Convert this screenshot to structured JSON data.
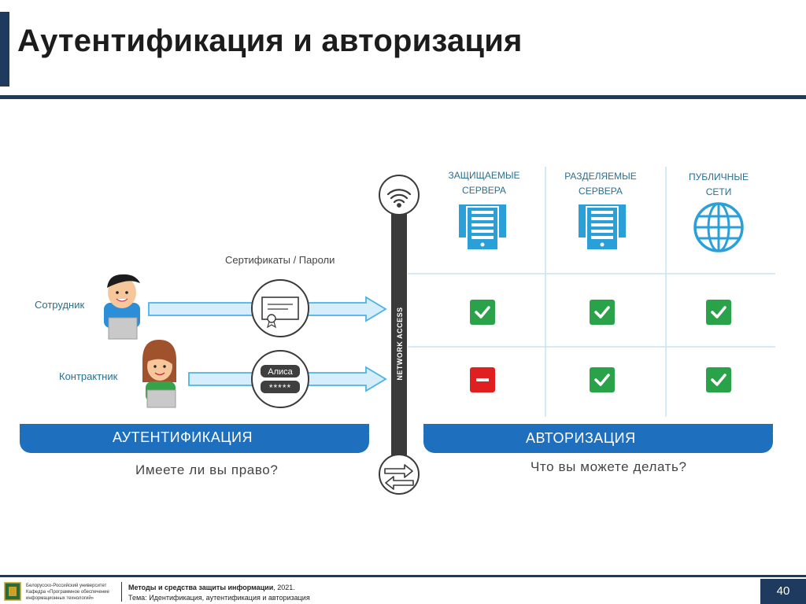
{
  "slide": {
    "title": "Аутентификация и авторизация",
    "page_number": "40"
  },
  "diagram": {
    "roles": [
      "Сотрудник",
      "Контрактник"
    ],
    "credentials_caption": "Сертификаты / Пароли",
    "login_name": "Алиса",
    "login_password": "*****",
    "network_label": "NETWORK ACCESS",
    "columns": [
      {
        "line1": "ЗАЩИЩАЕМЫЕ",
        "line2": "СЕРВЕРА",
        "icon": "server-icon"
      },
      {
        "line1": "РАЗДЕЛЯЕМЫЕ",
        "line2": "СЕРВЕРА",
        "icon": "server-icon"
      },
      {
        "line1": "ПУБЛИЧНЫЕ",
        "line2": "СЕТИ",
        "icon": "globe-icon"
      }
    ],
    "access_matrix": [
      [
        "allowed",
        "allowed",
        "allowed"
      ],
      [
        "denied",
        "allowed",
        "allowed"
      ]
    ],
    "auth_label": "АУТЕНТИФИКАЦИЯ",
    "authz_label": "АВТОРИЗАЦИЯ",
    "auth_question": "Имеете ли вы право?",
    "authz_question": "Что вы можете делать?"
  },
  "footer": {
    "org_line1": "Белорусско-Российский университет",
    "org_line2": "Кафедра «Программное обеспечение",
    "org_line3": "информационных технологий»",
    "course_bold": "Методы и средства защиты информации",
    "course_year": ", 2021.",
    "topic": "Тема: Идентификация, аутентификация и авторизация"
  },
  "colors": {
    "navy": "#1f3a5f",
    "band_blue": "#1f6fbf",
    "icon_blue": "#2a9fd8",
    "arrow_fill": "#d6eefb",
    "arrow_stroke": "#4cb3e6",
    "check_green": "#2aa24a",
    "deny_red": "#e02020"
  }
}
